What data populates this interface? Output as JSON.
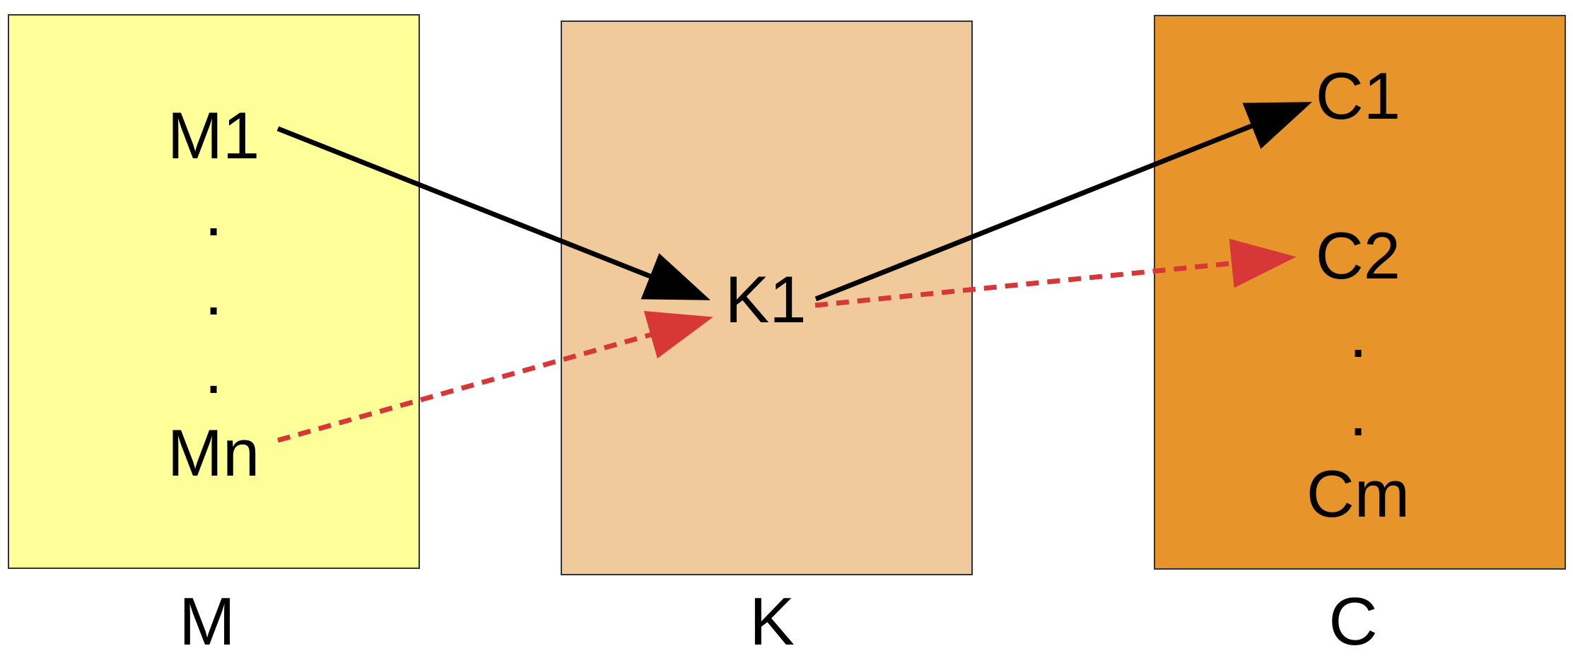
{
  "colors": {
    "set_m_fill": "#ffff99",
    "set_k_fill": "#f0ca9b",
    "set_c_fill": "#e7942a",
    "border": "#333333",
    "solid_arrow": "#000000",
    "dashed_arrow": "#d83737"
  },
  "sets": {
    "m": {
      "label": "M",
      "items": {
        "first": "M1",
        "dot1": ".",
        "dot2": ".",
        "dot3": ".",
        "last": "Mn"
      }
    },
    "k": {
      "label": "K",
      "items": {
        "first": "K1"
      }
    },
    "c": {
      "label": "C",
      "items": {
        "first": "C1",
        "second": "C2",
        "dot1": ".",
        "dot2": ".",
        "last": "Cm"
      }
    }
  },
  "arrows": [
    {
      "from": "M1",
      "to": "K1",
      "style": "solid"
    },
    {
      "from": "K1",
      "to": "C1",
      "style": "solid"
    },
    {
      "from": "Mn",
      "to": "K1",
      "style": "dashed"
    },
    {
      "from": "K1",
      "to": "C2",
      "style": "dashed"
    }
  ]
}
